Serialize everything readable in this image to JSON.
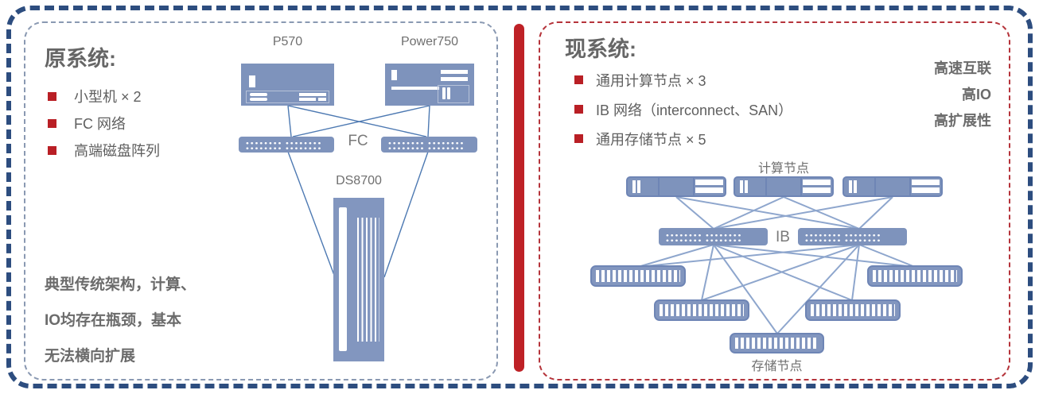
{
  "left_panel": {
    "title": "原系统:",
    "bullets": [
      "小型机 × 2",
      "FC 网络",
      "高端磁盘阵列"
    ],
    "server_p570_label": "P570",
    "server_power750_label": "Power750",
    "fc_label": "FC",
    "storage_label": "DS8700",
    "note_lines": [
      "典型传统架构，计算、",
      "IO均存在瓶颈，基本",
      "无法横向扩展"
    ]
  },
  "right_panel": {
    "title": "现系统:",
    "bullets": [
      "通用计算节点 × 3",
      "IB 网络（interconnect、SAN）",
      "通用存储节点 × 5"
    ],
    "highlights": [
      "高速互联",
      "高IO",
      "高扩展性"
    ],
    "compute_label": "计算节点",
    "ib_label": "IB",
    "storage_label": "存储节点"
  },
  "colors": {
    "outer_border": "#2d4d7f",
    "left_panel_border": "#8a99b2",
    "right_panel_border": "#b5343b",
    "divider_red": "#be2126",
    "bullet_red": "#b91f25",
    "node_fill": "#7e93bc",
    "left_wire": "#4d79b2",
    "right_wire": "#8ea6cd",
    "text_gray": "#6b6b6b"
  }
}
